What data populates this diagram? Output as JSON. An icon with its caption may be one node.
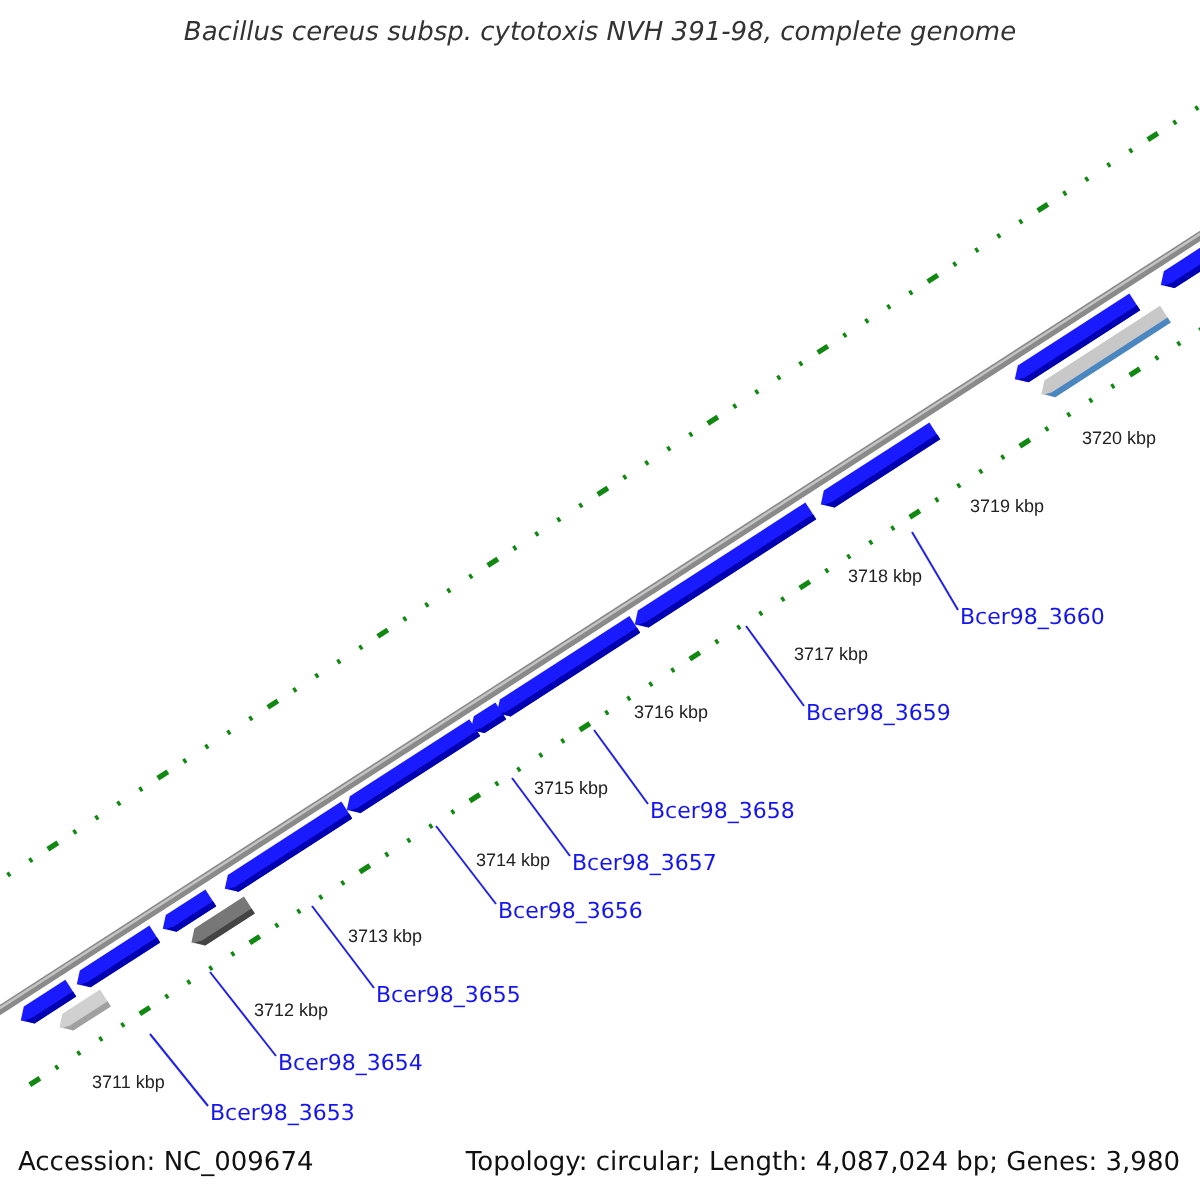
{
  "diagram": {
    "title": "Bacillus cereus subsp. cytotoxis NVH 391-98, complete genome",
    "nodes": [
      {
        "text": [
          "Bcer98_3653"
        ]
      },
      {
        "text": [
          "Bcer98_3654"
        ]
      },
      {
        "text": [
          "Bcer98_3655"
        ]
      },
      {
        "text": [
          "Bcer98_3656"
        ]
      },
      {
        "text": [
          "Bcer98_3657"
        ]
      },
      {
        "text": [
          "Bcer98_3658"
        ]
      },
      {
        "text": [
          "Bcer98_3659"
        ]
      },
      {
        "text": [
          "Bcer98_3660"
        ]
      }
    ],
    "edges": [
      {
        "from": 0,
        "to": null,
        "arrow": "none"
      },
      {
        "from": 1,
        "to": null,
        "arrow": "none"
      },
      {
        "from": 2,
        "to": null,
        "arrow": "none"
      },
      {
        "from": 3,
        "to": null,
        "arrow": "none"
      },
      {
        "from": 4,
        "to": null,
        "arrow": "none"
      },
      {
        "from": 5,
        "to": null,
        "arrow": "none"
      },
      {
        "from": 6,
        "to": null,
        "arrow": "none"
      },
      {
        "from": 7,
        "to": null,
        "arrow": "none"
      }
    ],
    "labels": [
      "3711 kbp",
      "3712 kbp",
      "3713 kbp",
      "3714 kbp",
      "3715 kbp",
      "3716 kbp",
      "3717 kbp",
      "3718 kbp",
      "3719 kbp",
      "3720 kbp",
      "Accession: NC_009674",
      "Topology: circular; Length: 4,087,024 bp; Genes: 3,980"
    ]
  }
}
